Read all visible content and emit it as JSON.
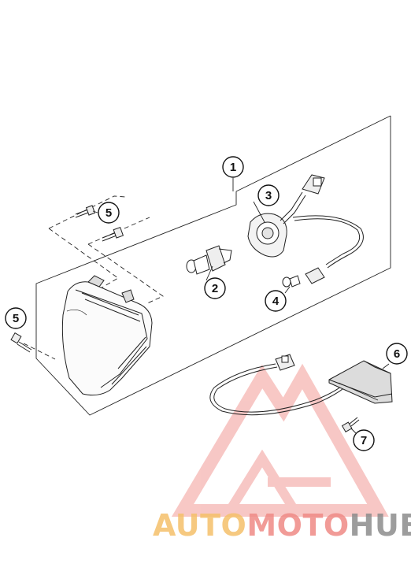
{
  "diagram": {
    "callouts": [
      {
        "id": "1",
        "label": "1"
      },
      {
        "id": "2",
        "label": "2"
      },
      {
        "id": "3",
        "label": "3"
      },
      {
        "id": "4",
        "label": "4"
      },
      {
        "id": "5a",
        "label": "5"
      },
      {
        "id": "5b",
        "label": "5"
      },
      {
        "id": "6",
        "label": "6"
      },
      {
        "id": "7",
        "label": "7"
      }
    ]
  },
  "watermark": {
    "auto": "AUTO",
    "moto": "MOTO",
    "hub": "HUB",
    "colors": {
      "auto": "#f5c06a",
      "moto": "#ef8a86",
      "hub": "#8c8c8c",
      "logo": "#f29a96"
    }
  }
}
